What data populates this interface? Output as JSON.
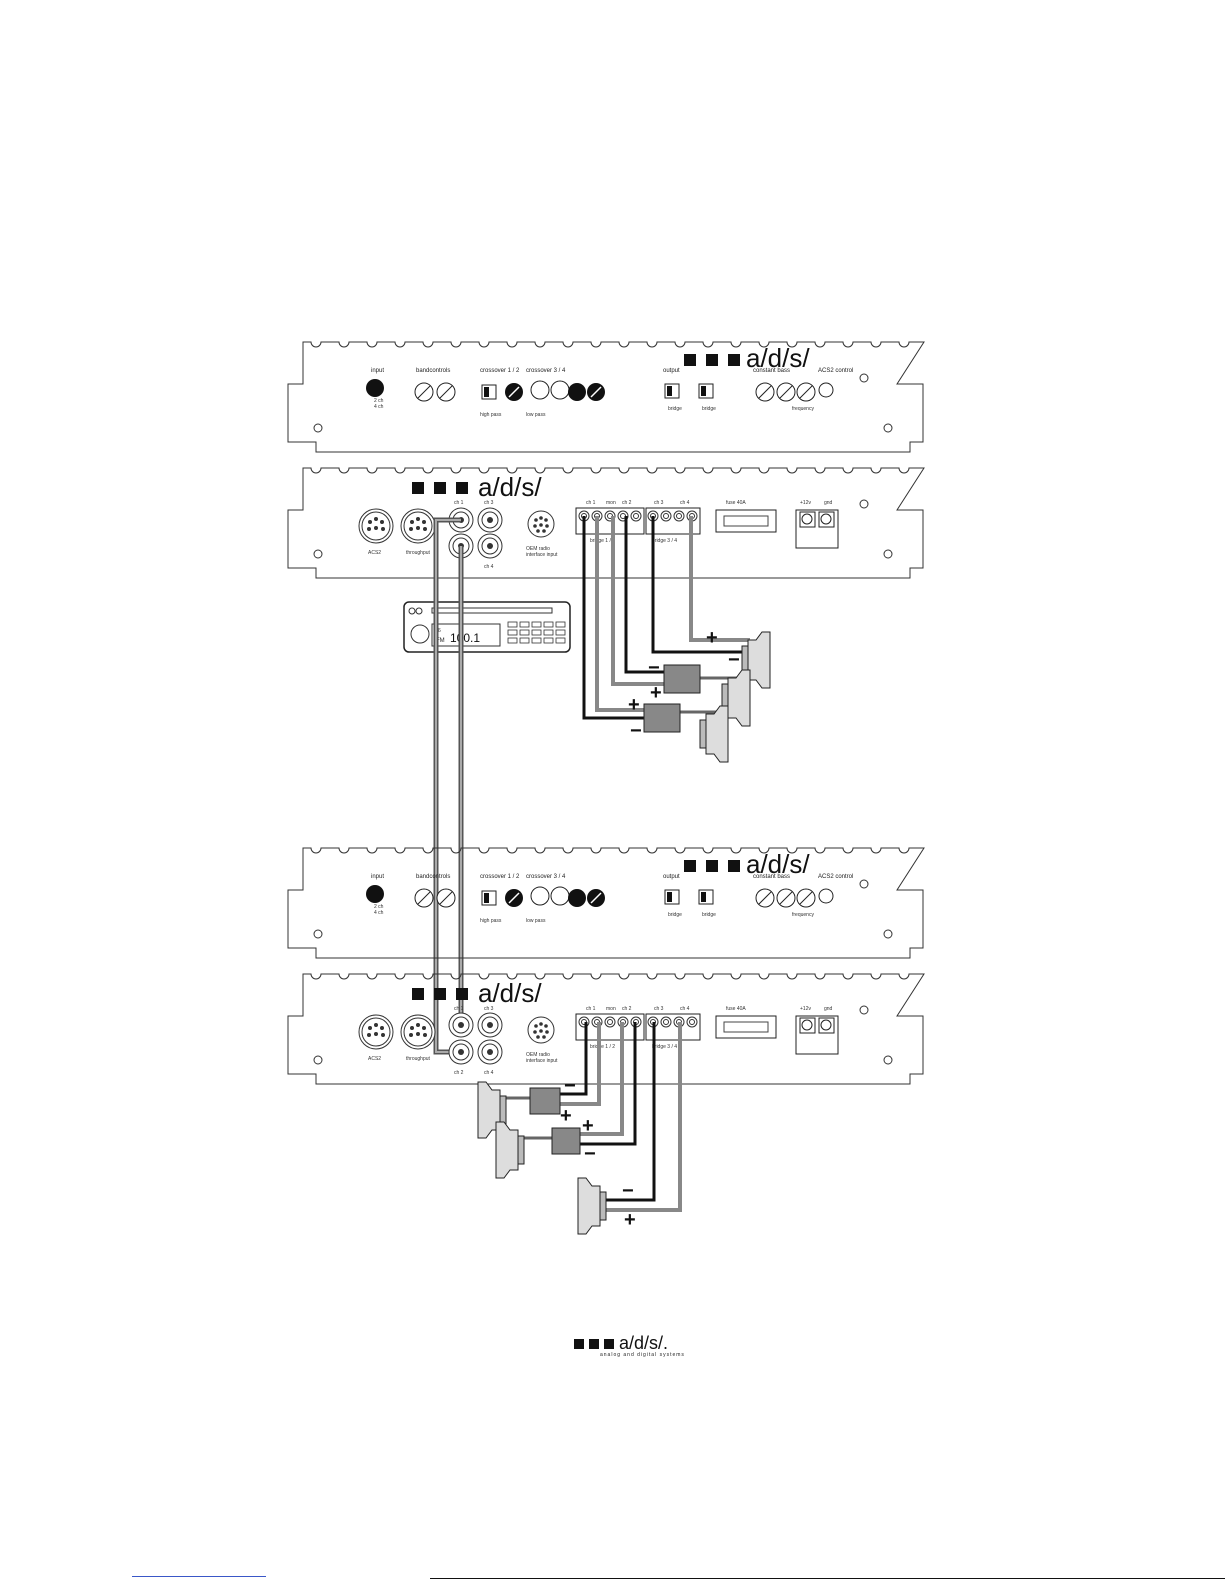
{
  "brand": {
    "logo_text": "a/d/s/",
    "footer_text": "a/d/s/.",
    "footer_tagline": "analog and digital systems"
  },
  "amp_top_panel": {
    "input": "input",
    "ch2": "2 ch",
    "ch4": "4 ch",
    "bandcontrols": "bandcontrols",
    "crossover12": "crossover 1 / 2",
    "crossover34": "crossover 3 / 4",
    "highpass": "high pass",
    "lowpass": "low pass",
    "output": "output",
    "bridge": "bridge",
    "constant_bass": "constant bass",
    "acs_control": "ACS2 control",
    "frequency": "frequency"
  },
  "amp_front_panel": {
    "acs": "ACS2",
    "throughput": "throughput",
    "ch1": "ch 1",
    "ch2": "ch 2",
    "ch3": "ch 3",
    "ch4": "ch 4",
    "oem": "OEM radio",
    "oem2": "interface input",
    "mon": "mon",
    "bridge12": "bridge 1 / 2",
    "bridge34": "bridge 3 / 4",
    "fuse": "fuse 40A",
    "plus12v": "+12v",
    "gnd": "gnd"
  },
  "head_unit": {
    "band_top": "6",
    "band": "FM",
    "frequency": "100.1"
  },
  "polarity": {
    "plus": "+",
    "minus": "−"
  }
}
